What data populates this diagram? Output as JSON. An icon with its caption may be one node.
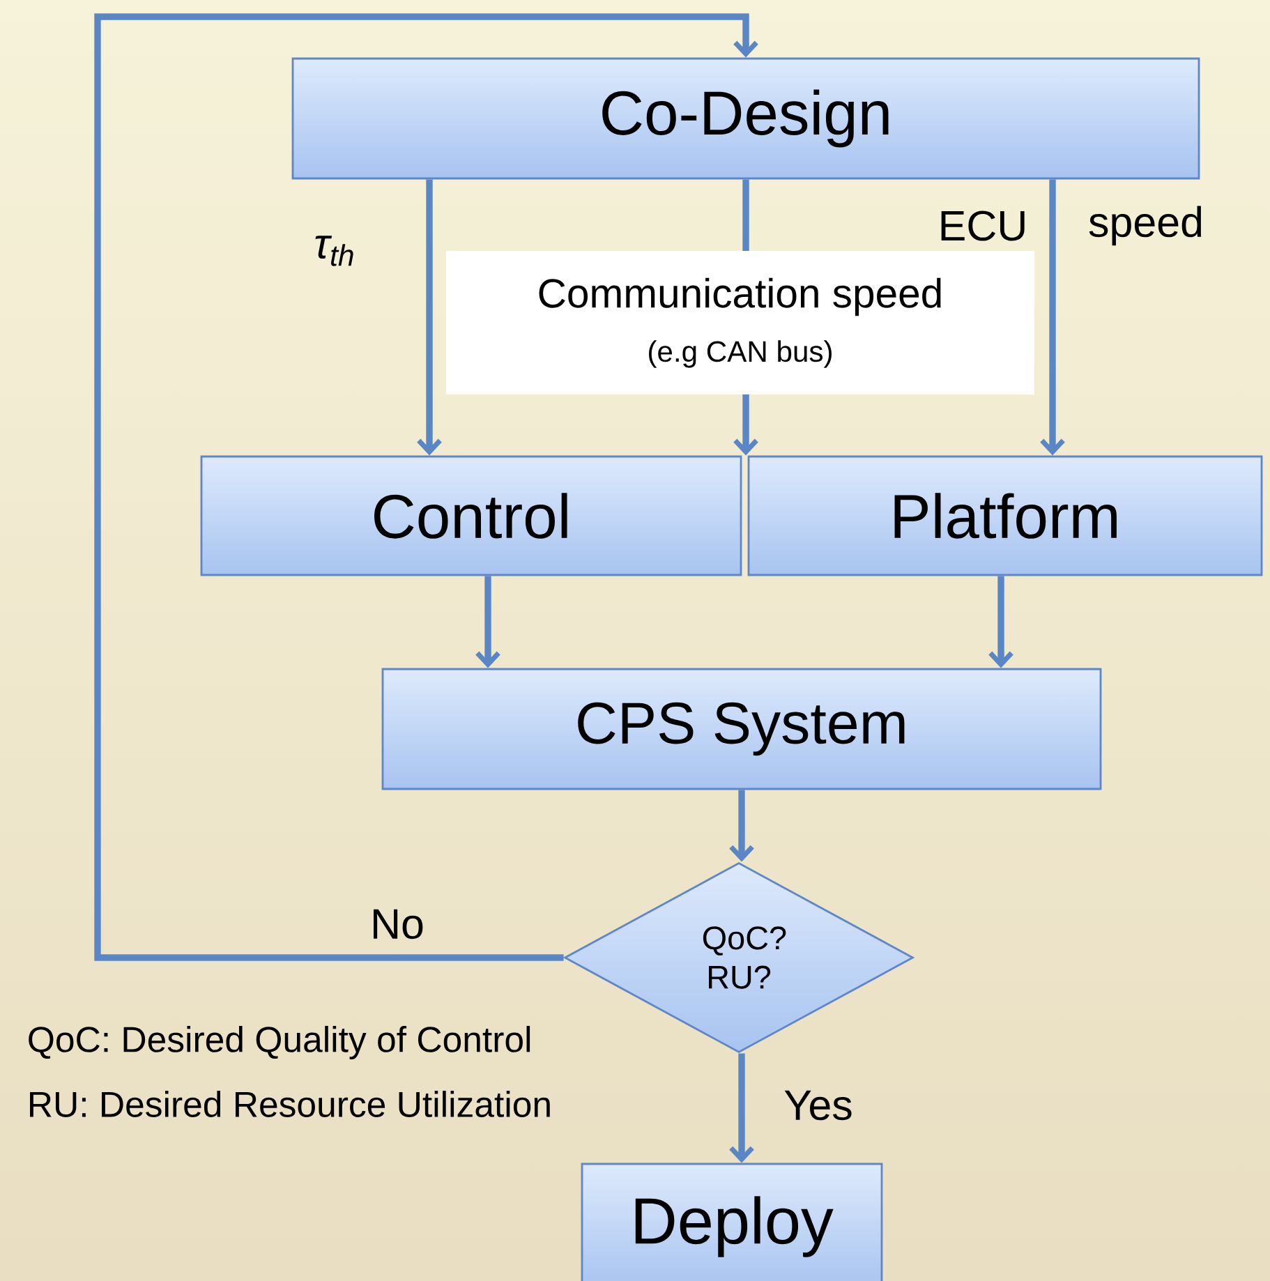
{
  "diagram": {
    "nodes": [
      {
        "text": [
          "Co-Design"
        ]
      },
      {
        "text": [
          "Control"
        ]
      },
      {
        "text": [
          "Platform"
        ]
      },
      {
        "text": [
          "CPS System"
        ]
      },
      {
        "text": [
          "QoC? RU?"
        ]
      },
      {
        "text": [
          "Deploy"
        ]
      }
    ],
    "edges": [
      {
        "from": 0,
        "to": 1,
        "arrow": "to",
        "label": "τ$_{th}$"
      },
      {
        "from": 0,
        "to": 1,
        "arrow": "to",
        "label": "Communication speed"
      },
      {
        "from": 0,
        "to": 2,
        "arrow": "to",
        "label": "ECU"
      },
      {
        "from": 1,
        "to": 3,
        "arrow": "to"
      },
      {
        "from": 2,
        "to": 3,
        "arrow": "to"
      },
      {
        "from": 3,
        "to": 4,
        "arrow": "to"
      },
      {
        "from": 4,
        "to": 0,
        "arrow": "to",
        "label": "No"
      },
      {
        "from": 4,
        "to": 5,
        "arrow": "to",
        "label": "Yes"
      }
    ],
    "labels": [
      "(e.g CAN bus)",
      "speed",
      "QoC: Desired Quality of Control",
      "RU: Desired Resource Utilization"
    ]
  }
}
